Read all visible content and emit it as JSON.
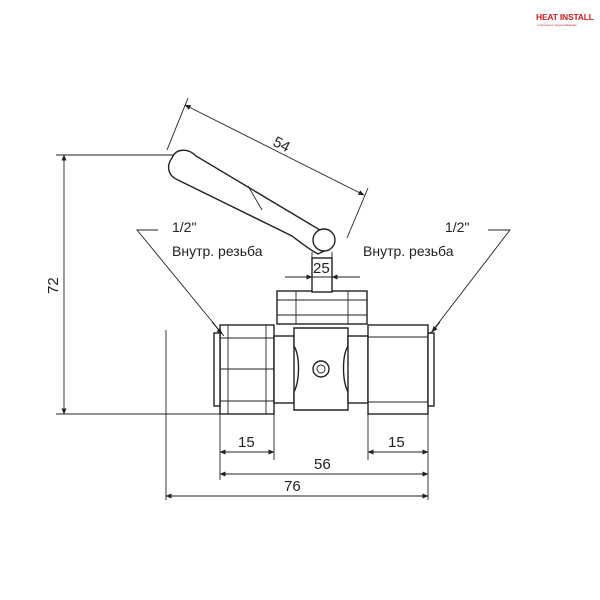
{
  "logo": {
    "text": "HEAT INSTALL",
    "subtitle": "отопление и водоснабжение",
    "color": "#c81e1e"
  },
  "dimensions": {
    "handle_length": "54",
    "total_height": "72",
    "stem_width": "25",
    "left_thread_length": "15",
    "right_thread_length": "15",
    "body_length": "56",
    "total_length": "76"
  },
  "labels": {
    "left_thread_size": "1/2\"",
    "left_thread_type": "Внутр. резьба",
    "right_thread_size": "1/2\"",
    "right_thread_type": "Внутр. резьба"
  },
  "colors": {
    "line": "#222222",
    "shade": "#d9d9d9"
  }
}
